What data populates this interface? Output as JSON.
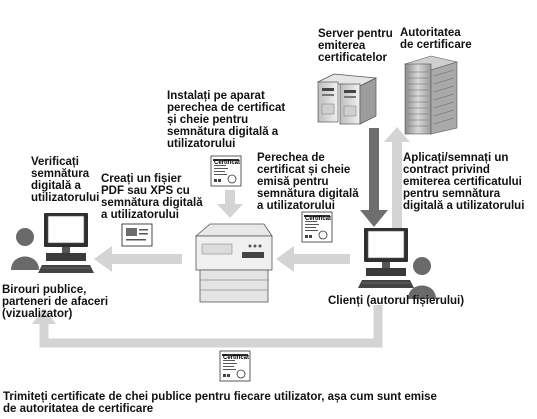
{
  "labels": {
    "server": "Server pentru\nemiterea\ncertificatelor",
    "authority": "Autoritatea\nde certificare",
    "install": "Instalați pe aparat\nperechea de certificat\nși cheie pentru\nsemnătura digitală a\nutilizatorului",
    "verify": "Verificați\nsemnătura\ndigitală a\nutilizatorului",
    "create": "Creați un fișier\nPDF sau XPS cu\nsemnătura digitală\na utilizatorului",
    "pair": "Perechea de\ncertificat și cheie\nemisă pentru\nsemnătura digitală\na utilizatorului",
    "apply": "Aplicați/semnați un\ncontract privind\nemiterea certificatului\npentru semnătura\ndigitală a utilizatorului",
    "offices": "Birouri publice,\nparteneri de afaceri\n(vizualizator)",
    "clients": "Clienți (autorul fișierului)",
    "bottom": "Trimiteți certificate de chei publice pentru fiecare utilizator, așa cum sunt emise\nde autoritatea de certificare"
  },
  "certificate_title": "Certificat",
  "colors": {
    "arrow_light": "#d4d4d4",
    "arrow_dark": "#6e6e6e",
    "text": "#111111"
  },
  "icons": [
    "server-icon",
    "office-building-icon",
    "computer-icon",
    "person-icon",
    "printer-icon",
    "document-icon",
    "certificate-icon",
    "arrow"
  ]
}
